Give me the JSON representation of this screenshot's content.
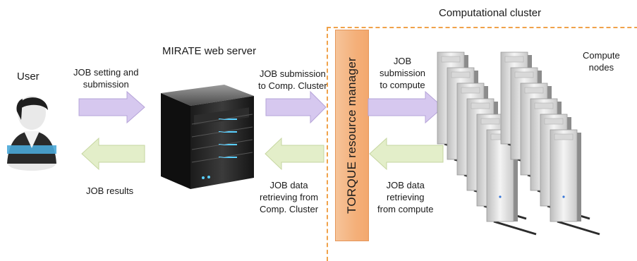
{
  "labels": {
    "user": "User",
    "web_server": "MIRATE web server",
    "cluster": "Computational cluster",
    "compute_nodes": "Compute\nnodes",
    "torque": "TORQUE  resource manager",
    "job_setting": "JOB setting and\nsubmission",
    "job_results": "JOB results",
    "job_submission_cluster": "JOB submission\nto Comp. Cluster",
    "job_data_cluster": "JOB data\nretrieving from\nComp. Cluster",
    "job_submission_compute": "JOB\nsubmission\nto compute",
    "job_data_compute": "JOB data\nretrieving\nfrom compute"
  },
  "colors": {
    "forward_arrow": "#d6c8ef",
    "back_arrow": "#e3eec9",
    "torque_fill": "#f4b07a",
    "cluster_border": "#f0a24a"
  },
  "icons": [
    "user-avatar-icon",
    "server-icon",
    "compute-node-icon"
  ]
}
